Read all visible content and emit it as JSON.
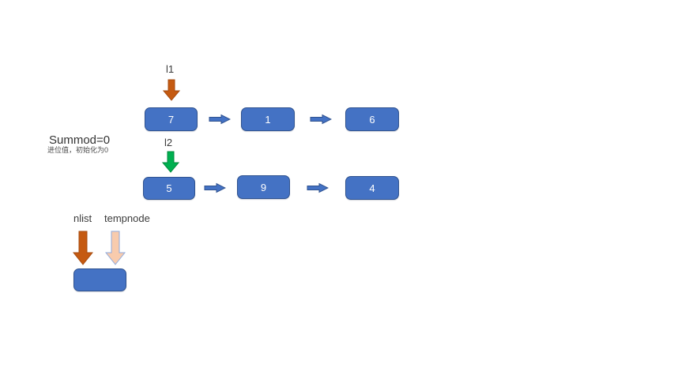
{
  "colors": {
    "node_fill": "#4472C4",
    "node_border": "#2F528F",
    "arrow_blue_fill": "#4472C4",
    "arrow_blue_border": "#2F528F",
    "arrow_orange_fill": "#C55A11",
    "arrow_orange_border": "#A64B0F",
    "arrow_green_fill": "#00B050",
    "arrow_green_border": "#008A3C",
    "arrow_peach_fill": "#F8CBAD",
    "arrow_peach_border": "#8FAADC"
  },
  "list1": {
    "pointer_label": "l1",
    "nodes": [
      "7",
      "1",
      "6"
    ]
  },
  "list2": {
    "pointer_label": "l2",
    "nodes": [
      "5",
      "9",
      "4"
    ]
  },
  "summod": {
    "title": "Summod=0",
    "subtitle": "进位值，初始化为0"
  },
  "result": {
    "pointer_label_nlist": "nlist",
    "pointer_label_tempnode": "tempnode",
    "node_value": ""
  }
}
